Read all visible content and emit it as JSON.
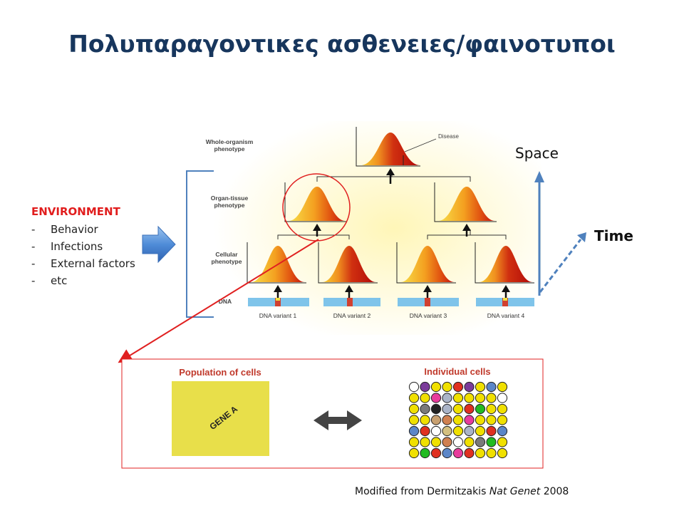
{
  "slide": {
    "title": "Πολυπαραγοντικες ασθενειες/φαινοτυποι",
    "credit_prefix": "Modified from Dermitzakis ",
    "credit_journal": "Nat Genet",
    "credit_year": " 2008"
  },
  "environment": {
    "heading": "ENVIRONMENT",
    "items": [
      {
        "dash": "-",
        "label": "Behavior"
      },
      {
        "dash": "-",
        "label": "Infections"
      },
      {
        "dash": "-",
        "label": "External factors"
      },
      {
        "dash": "-",
        "label": "etc"
      }
    ]
  },
  "hierarchy": {
    "levels": {
      "whole_line1": "Whole-organism",
      "whole_line2": "phenotype",
      "organ_line1": "Organ-tissue",
      "organ_line2": "phenotype",
      "cell_line1": "Cellular",
      "cell_line2": "phenotype",
      "dna": "DNA"
    },
    "disease_label": "Disease",
    "variants": [
      "DNA variant 1",
      "DNA variant 2",
      "DNA variant 3",
      "DNA variant 4"
    ]
  },
  "axes": {
    "space": "Space",
    "time": "Time"
  },
  "comparison": {
    "population_title": "Population of cells",
    "gene_label": "GENE A",
    "individual_title": "Individual cells",
    "cell_grid_colors": [
      [
        "#ffffff",
        "#7a3b9a",
        "#f0e000",
        "#f0e000",
        "#e03020",
        "#7a3b9a",
        "#f0e000",
        "#5b86c8",
        "#f0e000"
      ],
      [
        "#f0e000",
        "#f0e000",
        "#e83c9c",
        "#aab4c8",
        "#f0e000",
        "#f0e000",
        "#f0e000",
        "#f0e000",
        "#ffffff"
      ],
      [
        "#f0e000",
        "#7a7a7a",
        "#222222",
        "#aab4c8",
        "#f0e000",
        "#e03020",
        "#22bb22",
        "#f0e000",
        "#f0e000"
      ],
      [
        "#f0e000",
        "#f0e000",
        "#c8a070",
        "#d08050",
        "#f0e000",
        "#e83c9c",
        "#f0e000",
        "#f0e000",
        "#f0e000"
      ],
      [
        "#5b86c8",
        "#e03020",
        "#ffffff",
        "#d4c080",
        "#f0e000",
        "#aab4c8",
        "#f0e000",
        "#e03020",
        "#5b86c8"
      ],
      [
        "#f0e000",
        "#f0e000",
        "#f0e000",
        "#d08050",
        "#ffffff",
        "#f0e000",
        "#7a7a7a",
        "#22bb22",
        "#f0e000"
      ],
      [
        "#f0e000",
        "#22bb22",
        "#e03020",
        "#5b86c8",
        "#e83c9c",
        "#e03020",
        "#f0e000",
        "#f0e000",
        "#f0e000"
      ]
    ]
  },
  "colors": {
    "title": "#17365d",
    "environment_heading": "#e11d1d",
    "highlight": "#e02020",
    "gene_box": "#e8df4a",
    "axis_blue": "#4f81bd"
  }
}
